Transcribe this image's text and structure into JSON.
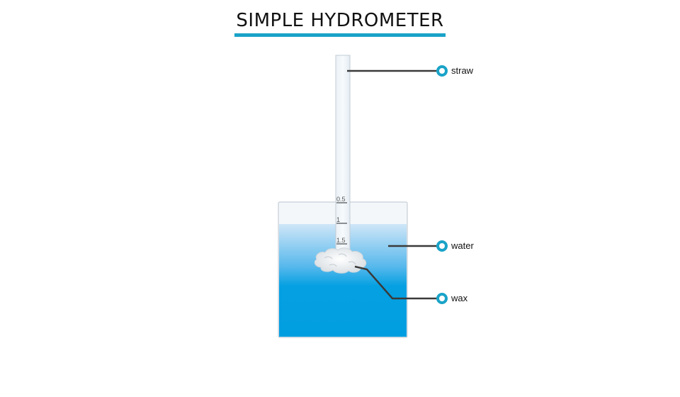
{
  "title": "SIMPLE HYDROMETER",
  "scale_marks": [
    "0.5",
    "1",
    "1.5"
  ],
  "labels": {
    "straw": "straw",
    "water": "water",
    "wax": "wax"
  },
  "colors": {
    "accent": "#1aa3c8",
    "water_top": "#c9e4f7",
    "water_bottom": "#009ee0",
    "leader": "#3a3a3a"
  }
}
